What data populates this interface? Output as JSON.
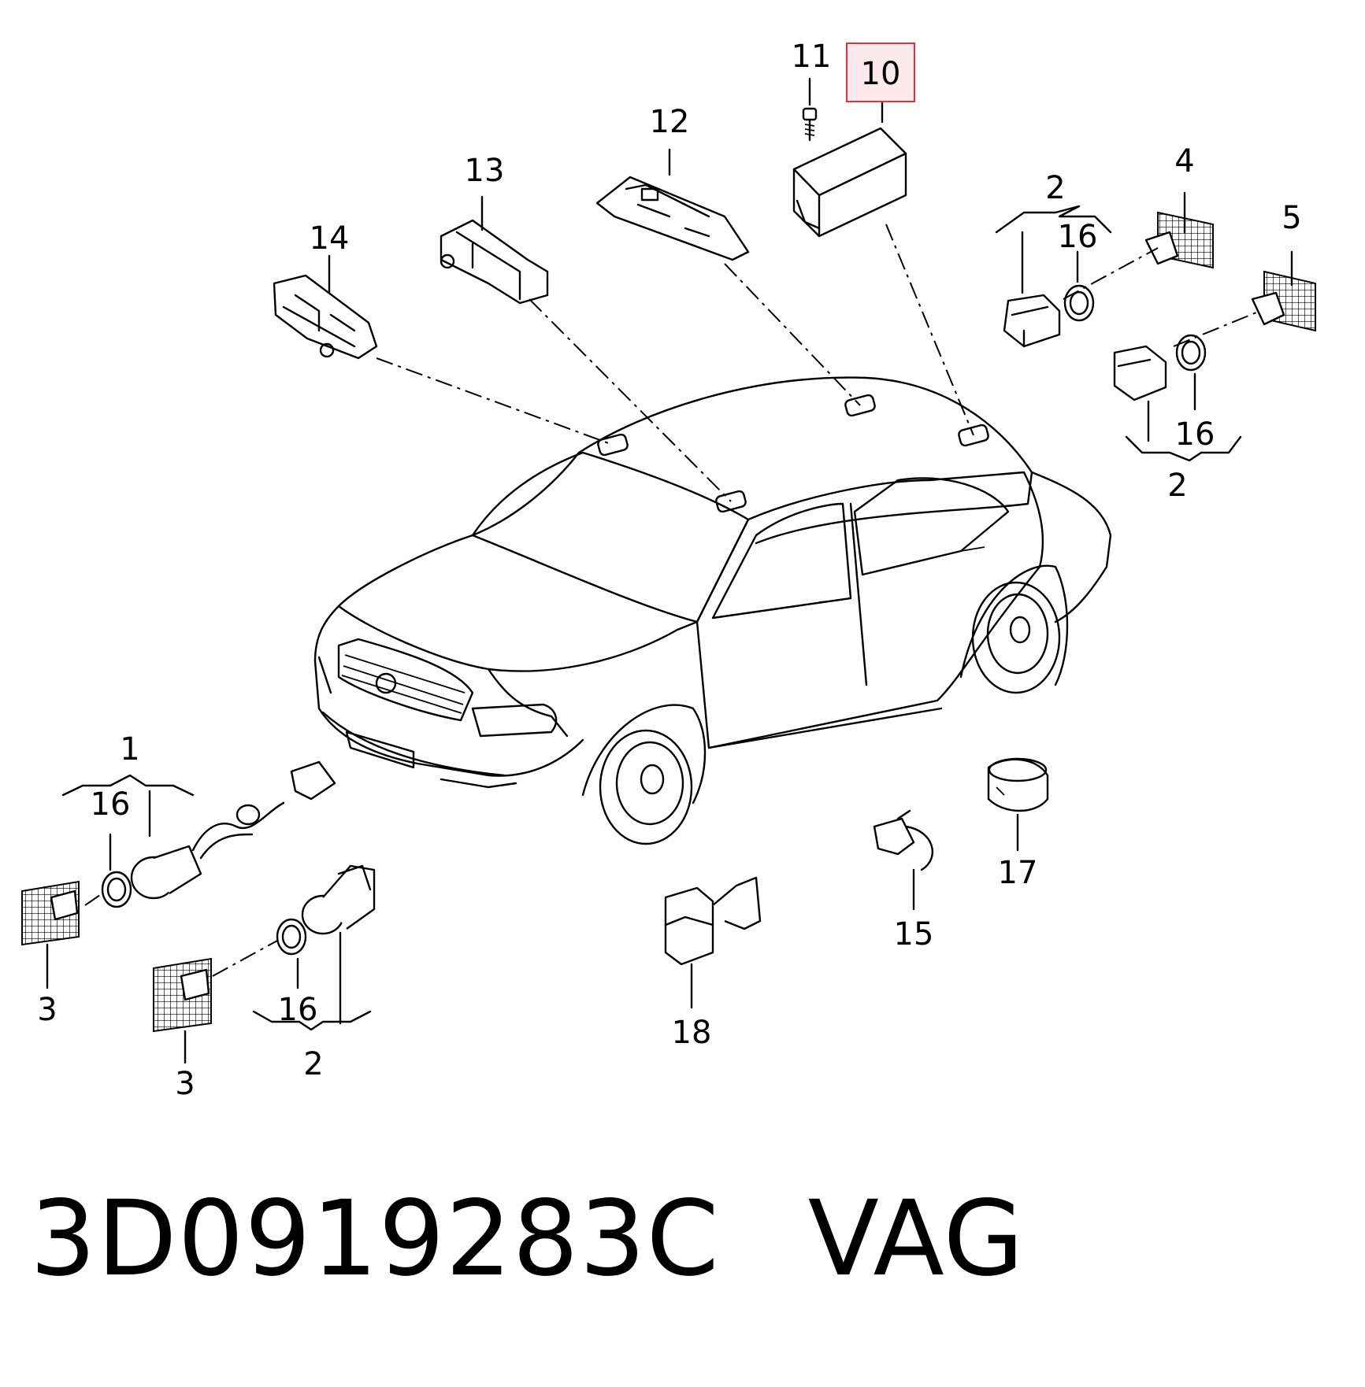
{
  "callouts": {
    "c1": "1",
    "c2a": "2",
    "c2b": "2",
    "c2c": "2",
    "c3a": "3",
    "c3b": "3",
    "c4": "4",
    "c5": "5",
    "c10": "10",
    "c11": "11",
    "c12": "12",
    "c13": "13",
    "c14": "14",
    "c15": "15",
    "c16a": "16",
    "c16b": "16",
    "c16c": "16",
    "c16d": "16",
    "c17": "17",
    "c18": "18"
  },
  "caption": {
    "part_number": "3D0919283C",
    "brand": "VAG"
  },
  "highlight": {
    "color": "#e0323c",
    "fill": "#fbe9ec"
  }
}
